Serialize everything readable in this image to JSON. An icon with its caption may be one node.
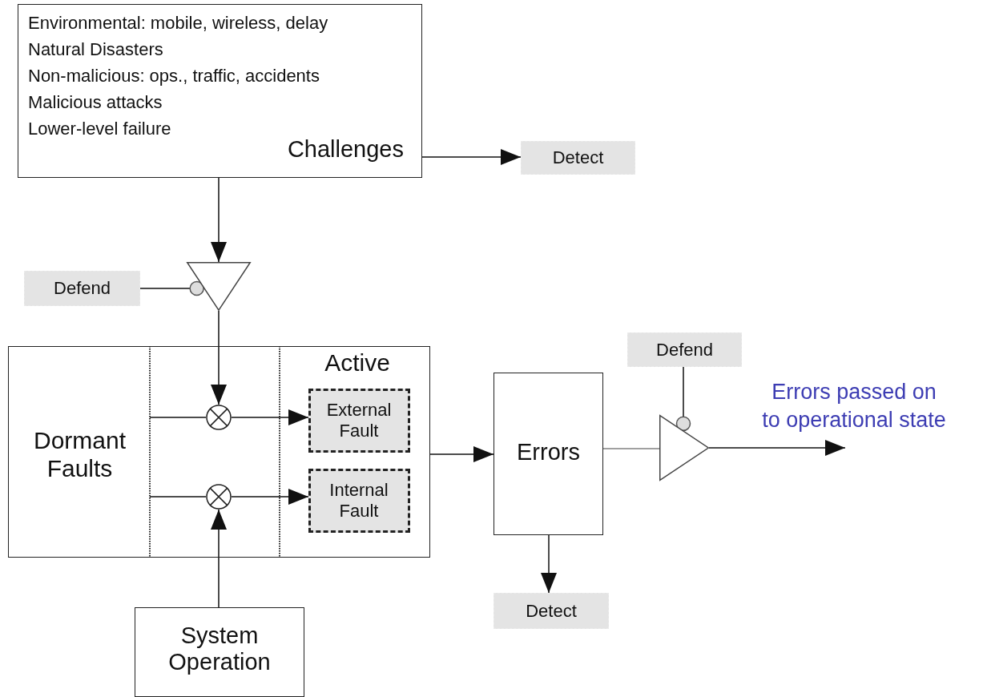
{
  "diagram": {
    "nodes": [
      {
        "text": [
          "Environmental: mobile, wireless, delay",
          "Natural Disasters",
          "Non-malicious: ops., traffic, accidents",
          "Malicious attacks",
          "Lower-level failure",
          "Challenges"
        ]
      },
      {
        "text": [
          "Detect"
        ]
      },
      {
        "text": [],
        "shape": "triangle"
      },
      {
        "text": [
          "Defend"
        ]
      },
      {
        "text": [
          "Dormant Faults",
          "Active"
        ]
      },
      {
        "text": [],
        "shape": "circle",
        "in": 4
      },
      {
        "text": [],
        "shape": "circle",
        "in": 4
      },
      {
        "text": [
          "External Fault"
        ],
        "in": 4
      },
      {
        "text": [
          "Internal Fault"
        ],
        "in": 4
      },
      {
        "text": [
          "System Operation"
        ]
      },
      {
        "text": [
          "Errors"
        ]
      },
      {
        "text": [
          "Detect"
        ]
      },
      {
        "text": [
          "Defend"
        ]
      },
      {
        "text": [],
        "shape": "triangle"
      }
    ],
    "edges": [
      {
        "from": 0,
        "to": 1,
        "arrow": "to"
      },
      {
        "from": 0,
        "to": 2,
        "arrow": "to"
      },
      {
        "from": 3,
        "to": 2,
        "arrow": "other"
      },
      {
        "from": 2,
        "to": 5,
        "arrow": "to"
      },
      {
        "from": null,
        "to": 5,
        "arrow": "none"
      },
      {
        "from": 5,
        "to": 7,
        "arrow": "to"
      },
      {
        "from": null,
        "to": 6,
        "arrow": "none"
      },
      {
        "from": 6,
        "to": 8,
        "arrow": "to"
      },
      {
        "from": 9,
        "to": 6,
        "arrow": "to"
      },
      {
        "from": 4,
        "to": 10,
        "arrow": "to"
      },
      {
        "from": 10,
        "to": 11,
        "arrow": "to"
      },
      {
        "from": 10,
        "to": 13,
        "arrow": "none",
        "color": "#808080"
      },
      {
        "from": 12,
        "to": 13,
        "arrow": "other"
      },
      {
        "from": 13,
        "to": null,
        "arrow": "to",
        "label": "Errors passed on to operational state"
      }
    ]
  }
}
